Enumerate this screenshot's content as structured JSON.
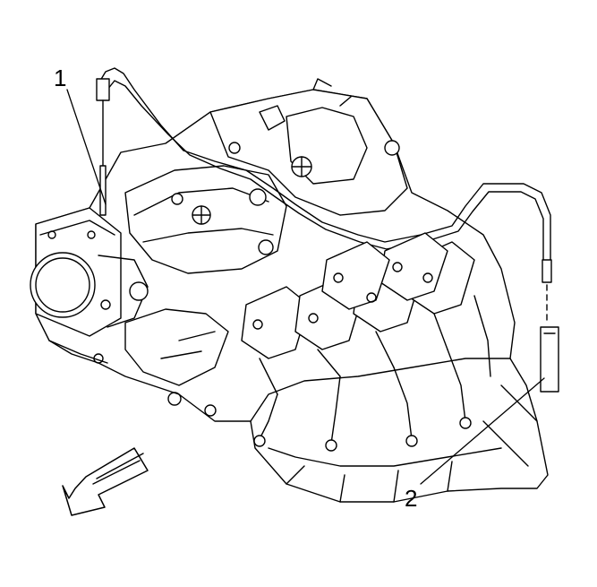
{
  "diagram": {
    "callouts": [
      {
        "id": "1",
        "label": "1"
      },
      {
        "id": "2",
        "label": "2"
      }
    ],
    "colors": {
      "line": "#000000",
      "background": "#ffffff"
    },
    "icons": [
      "forward-direction-arrow-icon"
    ]
  }
}
